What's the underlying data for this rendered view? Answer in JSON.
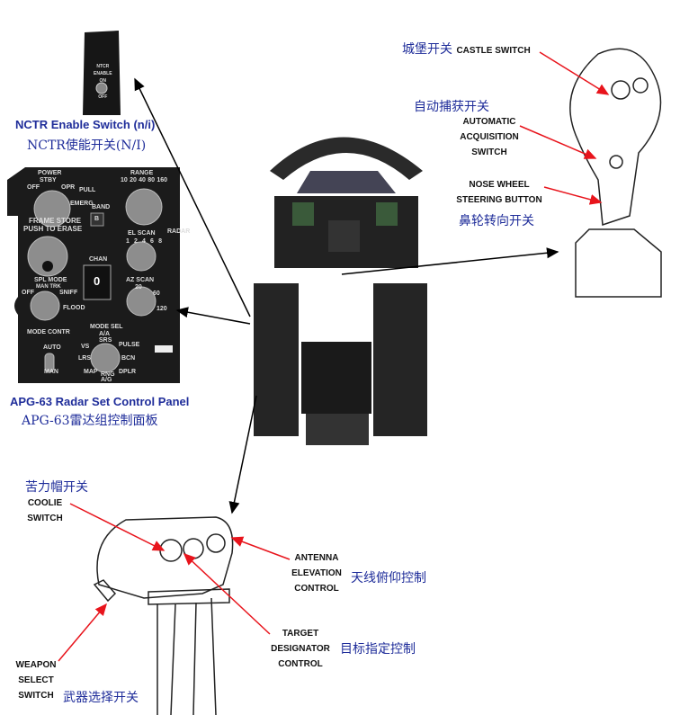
{
  "nctr": {
    "panel_lines": [
      "NTCR",
      "ENABLE",
      "ON",
      "OFF"
    ],
    "caption_en": "NCTR Enable Switch (n/i)",
    "caption_cn": "NCTR使能开关(N/I)"
  },
  "radar": {
    "caption_en": "APG-63 Radar Set Control Panel",
    "caption_cn": "APG-63雷达组控制面板",
    "power": "POWER",
    "stby": "STBY",
    "off": "OFF",
    "opr": "OPR",
    "emerg": "EMERG",
    "pull": "PULL",
    "band": "BAND",
    "band_value": "B",
    "frame_store": "FRAME STORE",
    "push_erase": "PUSH TO ERASE",
    "range": "RANGE",
    "range_ticks": [
      "10",
      "20",
      "40",
      "80",
      "160"
    ],
    "el_scan": "EL SCAN",
    "el_ticks": [
      "1",
      "2",
      "4",
      "6",
      "8"
    ],
    "chan": "CHAN",
    "chan_value": "0",
    "spl_mode": "SPL MODE",
    "man_trk": "MAN TRK",
    "sniff": "SNIFF",
    "flood": "FLOOD",
    "spl_off": "OFF",
    "az_scan": "AZ SCAN",
    "az_ticks": [
      "20",
      "60",
      "120"
    ],
    "side": "RADAR",
    "mode_contr": "MODE CONTR",
    "auto": "AUTO",
    "man": "MAN",
    "mode_sel": "MODE SEL",
    "aa": "A/A",
    "srs": "SRS",
    "vs": "VS",
    "pulse": "PULSE",
    "lrs": "LRS",
    "bcn": "BCN",
    "map": "MAP",
    "rng": "RNG",
    "dplr": "DPLR",
    "ag": "A/G"
  },
  "stick": {
    "castle_cn": "城堡开关",
    "castle_en": "CASTLE SWITCH",
    "auto_cn": "自动捕获开关",
    "auto_en": [
      "AUTOMATIC",
      "ACQUISITION",
      "SWITCH"
    ],
    "nose_en": [
      "NOSE WHEEL",
      "STEERING BUTTON"
    ],
    "nose_cn": "鼻轮转向开关"
  },
  "throttle": {
    "coolie_cn": "苦力帽开关",
    "coolie_en": [
      "COOLIE",
      "SWITCH"
    ],
    "antenna_en": [
      "ANTENNA",
      "ELEVATION",
      "CONTROL"
    ],
    "antenna_cn": "天线俯仰控制",
    "target_en": [
      "TARGET",
      "DESIGNATOR",
      "CONTROL"
    ],
    "target_cn": "目标指定控制",
    "weapon_en": [
      "WEAPON",
      "SELECT",
      "SWITCH"
    ],
    "weapon_cn": "武器选择开关"
  },
  "colors": {
    "label_blue": "#1f2d9a",
    "arrow_red": "#e8141c",
    "panel": "#1b1b1b"
  }
}
